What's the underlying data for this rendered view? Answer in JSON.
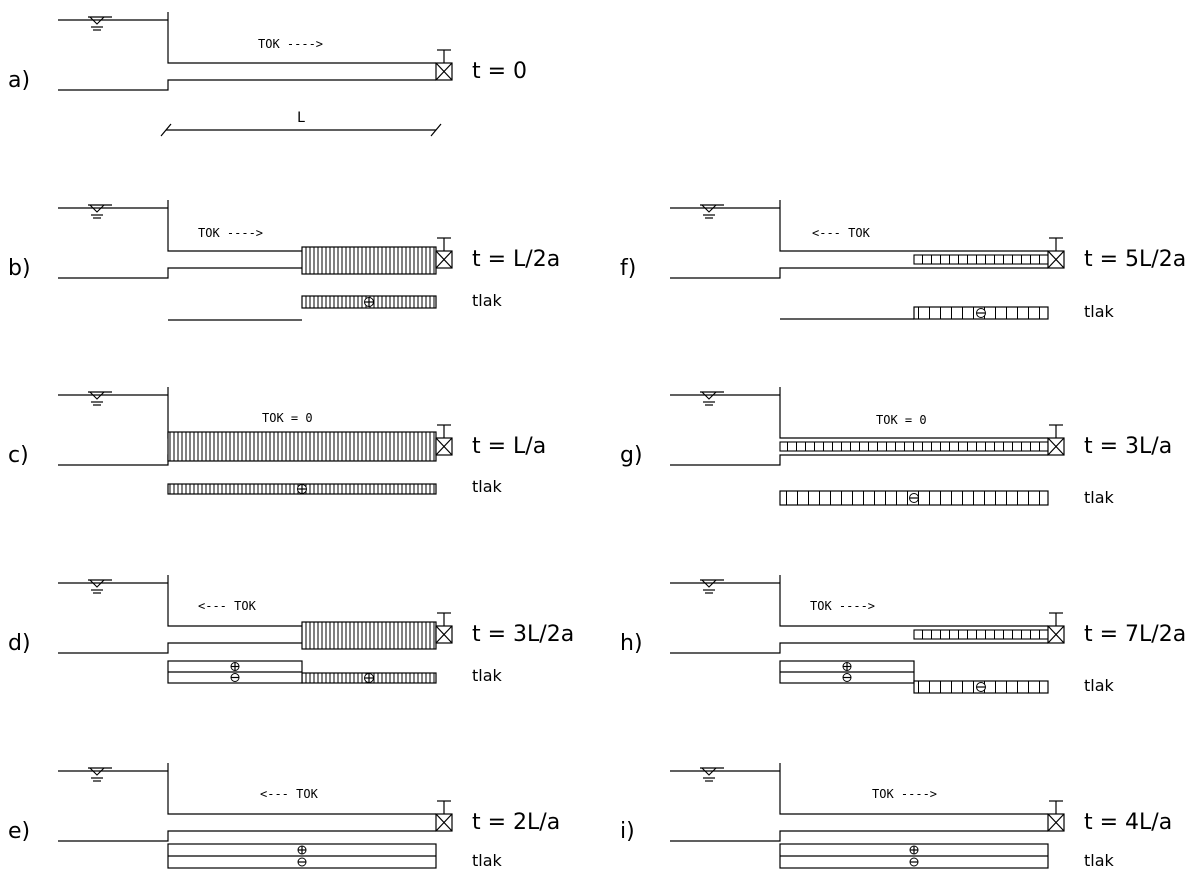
{
  "figure": {
    "dimension_label": "L",
    "pressure_label": "tlak",
    "panels": [
      {
        "id": "a",
        "letter": "a)",
        "time": "t = 0",
        "flow_text": "TOK ---->"
      },
      {
        "id": "b",
        "letter": "b)",
        "time": "t = L/2a",
        "flow_text": "TOK ---->"
      },
      {
        "id": "c",
        "letter": "c)",
        "time": "t = L/a",
        "flow_text": "TOK = 0"
      },
      {
        "id": "d",
        "letter": "d)",
        "time": "t = 3L/2a",
        "flow_text": "<--- TOK"
      },
      {
        "id": "e",
        "letter": "e)",
        "time": "t = 2L/a",
        "flow_text": "<--- TOK"
      },
      {
        "id": "f",
        "letter": "f)",
        "time": "t = 5L/2a",
        "flow_text": "<--- TOK"
      },
      {
        "id": "g",
        "letter": "g)",
        "time": "t = 3L/a",
        "flow_text": "TOK = 0"
      },
      {
        "id": "h",
        "letter": "h)",
        "time": "t = 7L/2a",
        "flow_text": "TOK ---->"
      },
      {
        "id": "i",
        "letter": "i)",
        "time": "t = 4L/a",
        "flow_text": "TOK ---->"
      }
    ]
  }
}
